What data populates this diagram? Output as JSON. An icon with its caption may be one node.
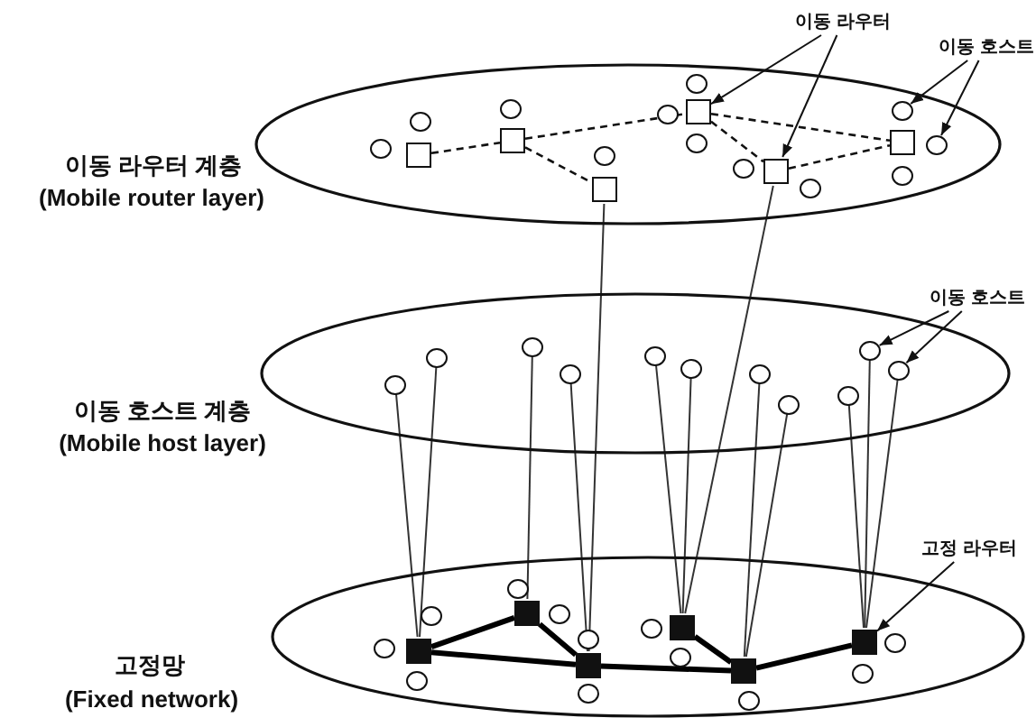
{
  "diagram": {
    "nodes": [
      {
        "text": [
          "이동 라우터"
        ]
      },
      {
        "text": [
          "이동 호스트"
        ]
      },
      {
        "text": [
          "이동 라우터 계층",
          "(Mobile router layer)"
        ]
      },
      {
        "text": [],
        "shape": "box",
        "in": 2
      },
      {
        "text": [],
        "shape": "box",
        "in": 2
      },
      {
        "text": [],
        "shape": "box",
        "in": 2
      },
      {
        "text": [],
        "shape": "box",
        "in": 2
      },
      {
        "text": [],
        "shape": "box",
        "in": 2
      },
      {
        "text": [],
        "shape": "box",
        "in": 2
      },
      {
        "text": [],
        "shape": "circle",
        "in": 2
      },
      {
        "text": [],
        "shape": "circle",
        "in": 2
      },
      {
        "text": [],
        "shape": "circle",
        "in": 2
      },
      {
        "text": [],
        "shape": "circle",
        "in": 2
      },
      {
        "text": [],
        "shape": "circle",
        "in": 2
      },
      {
        "text": [],
        "shape": "circle",
        "in": 2
      },
      {
        "text": [],
        "shape": "circle",
        "in": 2
      },
      {
        "text": [],
        "shape": "circle",
        "in": 2
      },
      {
        "text": [],
        "shape": "circle",
        "in": 2
      },
      {
        "text": [],
        "shape": "circle",
        "in": 2
      },
      {
        "text": [],
        "shape": "circle",
        "in": 2
      },
      {
        "text": [],
        "shape": "circle",
        "in": 2
      },
      {
        "text": [
          "이동 호스트"
        ]
      },
      {
        "text": [
          "이동 호스트 계층",
          "(Mobile host layer)"
        ]
      },
      {
        "text": [],
        "shape": "circle",
        "in": 22
      },
      {
        "text": [],
        "shape": "circle",
        "in": 22
      },
      {
        "text": [],
        "shape": "circle",
        "in": 22
      },
      {
        "text": [],
        "shape": "circle",
        "in": 22
      },
      {
        "text": [],
        "shape": "circle",
        "in": 22
      },
      {
        "text": [],
        "shape": "circle",
        "in": 22
      },
      {
        "text": [],
        "shape": "circle",
        "in": 22
      },
      {
        "text": [],
        "shape": "circle",
        "in": 22
      },
      {
        "text": [],
        "shape": "circle",
        "in": 22
      },
      {
        "text": [],
        "shape": "circle",
        "in": 22
      },
      {
        "text": [],
        "shape": "circle",
        "in": 22
      },
      {
        "text": [
          "고정 라우터"
        ]
      },
      {
        "text": [
          "고정망",
          "(Fixed network)"
        ]
      },
      {
        "text": [],
        "shape": "box",
        "in": 35
      },
      {
        "text": [],
        "shape": "box",
        "in": 35
      },
      {
        "text": [],
        "shape": "box",
        "in": 35
      },
      {
        "text": [],
        "shape": "box",
        "in": 35
      },
      {
        "text": [],
        "shape": "box",
        "in": 35
      },
      {
        "text": [],
        "shape": "box",
        "in": 35
      },
      {
        "text": [],
        "shape": "circle",
        "in": 35
      },
      {
        "text": [],
        "shape": "circle",
        "in": 35
      },
      {
        "text": [],
        "shape": "circle",
        "in": 35
      },
      {
        "text": [],
        "shape": "circle",
        "in": 35
      },
      {
        "text": [],
        "shape": "circle",
        "in": 35
      },
      {
        "text": [],
        "shape": "circle",
        "in": 35
      },
      {
        "text": [],
        "shape": "circle",
        "in": 35
      },
      {
        "text": [],
        "shape": "circle",
        "in": 35
      },
      {
        "text": [],
        "shape": "circle",
        "in": 35
      },
      {
        "text": [],
        "shape": "circle",
        "in": 35
      },
      {
        "text": [],
        "shape": "circle",
        "in": 35
      },
      {
        "text": [],
        "shape": "circle",
        "in": 35
      }
    ],
    "edges": [
      {
        "from": 3,
        "to": 4,
        "arrow": "none",
        "style": "dashed"
      },
      {
        "from": 4,
        "to": 6,
        "arrow": "none",
        "style": "dashed"
      },
      {
        "from": 4,
        "to": 5,
        "arrow": "none",
        "style": "dashed"
      },
      {
        "from": 6,
        "to": 7,
        "arrow": "none",
        "style": "dashed"
      },
      {
        "from": 6,
        "to": 8,
        "arrow": "none",
        "style": "dashed"
      },
      {
        "from": 7,
        "to": 8,
        "arrow": "none",
        "style": "dashed"
      },
      {
        "from": 0,
        "to": 6,
        "arrow": "to"
      },
      {
        "from": 0,
        "to": 7,
        "arrow": "to"
      },
      {
        "from": 1,
        "to": 18,
        "arrow": "to"
      },
      {
        "from": 1,
        "to": 19,
        "arrow": "to"
      },
      {
        "from": 5,
        "to": 38,
        "arrow": "none"
      },
      {
        "from": 7,
        "to": 39,
        "arrow": "none"
      },
      {
        "from": 21,
        "to": 32,
        "arrow": "to"
      },
      {
        "from": 21,
        "to": 33,
        "arrow": "to"
      },
      {
        "from": 23,
        "to": 36,
        "arrow": "none"
      },
      {
        "from": 24,
        "to": 36,
        "arrow": "none"
      },
      {
        "from": 25,
        "to": 37,
        "arrow": "none"
      },
      {
        "from": 26,
        "to": 38,
        "arrow": "none"
      },
      {
        "from": 27,
        "to": 39,
        "arrow": "none"
      },
      {
        "from": 28,
        "to": 39,
        "arrow": "none"
      },
      {
        "from": 29,
        "to": 40,
        "arrow": "none"
      },
      {
        "from": 30,
        "to": 40,
        "arrow": "none"
      },
      {
        "from": 31,
        "to": 41,
        "arrow": "none"
      },
      {
        "from": 32,
        "to": 41,
        "arrow": "none"
      },
      {
        "from": 33,
        "to": 41,
        "arrow": "none"
      },
      {
        "from": 36,
        "to": 37,
        "arrow": "none",
        "style": "thick"
      },
      {
        "from": 36,
        "to": 38,
        "arrow": "none",
        "style": "thick"
      },
      {
        "from": 37,
        "to": 38,
        "arrow": "none",
        "style": "thick"
      },
      {
        "from": 39,
        "to": 40,
        "arrow": "none",
        "style": "thick"
      },
      {
        "from": 38,
        "to": 40,
        "arrow": "none",
        "style": "thick"
      },
      {
        "from": 40,
        "to": 41,
        "arrow": "none",
        "style": "thick"
      },
      {
        "from": 34,
        "to": 41,
        "arrow": "to"
      }
    ]
  }
}
